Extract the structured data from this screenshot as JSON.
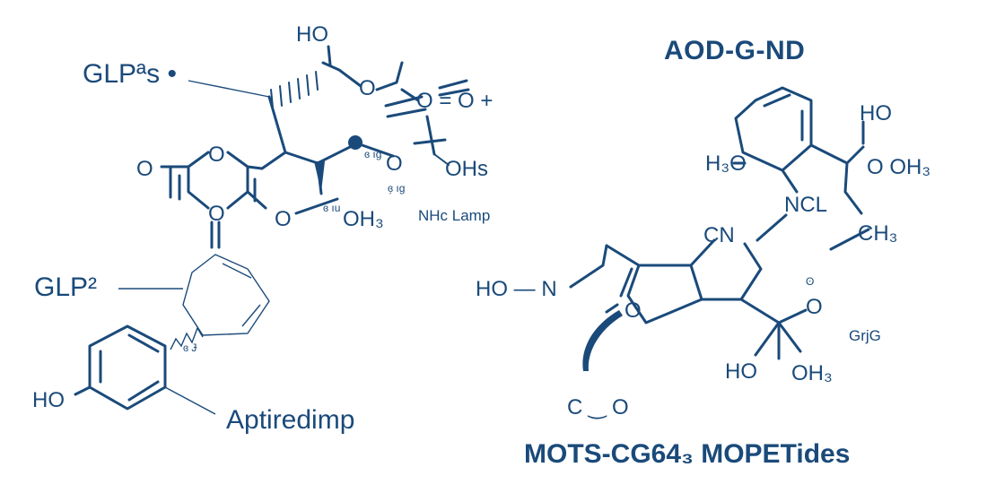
{
  "colors": {
    "ink": "#1a4a7a",
    "background": "#ffffff"
  },
  "left": {
    "label_glp_top": "GLPªs •",
    "label_glp2": "GLP²",
    "label_aptiredimp": "Aptiredimp",
    "atoms": {
      "ho_top": "HO",
      "o_ester": "O",
      "o_carbonyl_right": "O = O +",
      "o_mid": "O",
      "ohs": "OHs",
      "o_left_ring_left": "O",
      "o_left_ring_top": "O",
      "o_left_ring_bottom": "O",
      "o_ring_right": "O",
      "oh3": "OH₃",
      "nhc_lamp": "NHc Lamp",
      "ho_phenol": "HO",
      "small_note_1": "ɞ ıg",
      "small_note_2": "ɞ ıu",
      "small_note_3": "ɞ̗ ıg",
      "small_note_4": "ɞ Ɉ"
    }
  },
  "right": {
    "title": "AOD-G-ND",
    "caption": "MOTS-CG64₃ MOPETides",
    "atoms": {
      "ho_top_right": "HO",
      "o_oh3": "O OH₃",
      "h3o": "H₃O",
      "ncl": "NCL",
      "ch3": "CH₃",
      "cn": "CN",
      "ho_n": "HO — N",
      "o_ring": "O",
      "o_right": "O",
      "o_small": "ʘ",
      "grg": "GrjG",
      "ho_bottom": "HO",
      "oh3_bottom": "OH₃",
      "c_o": "C ‿ O"
    }
  }
}
